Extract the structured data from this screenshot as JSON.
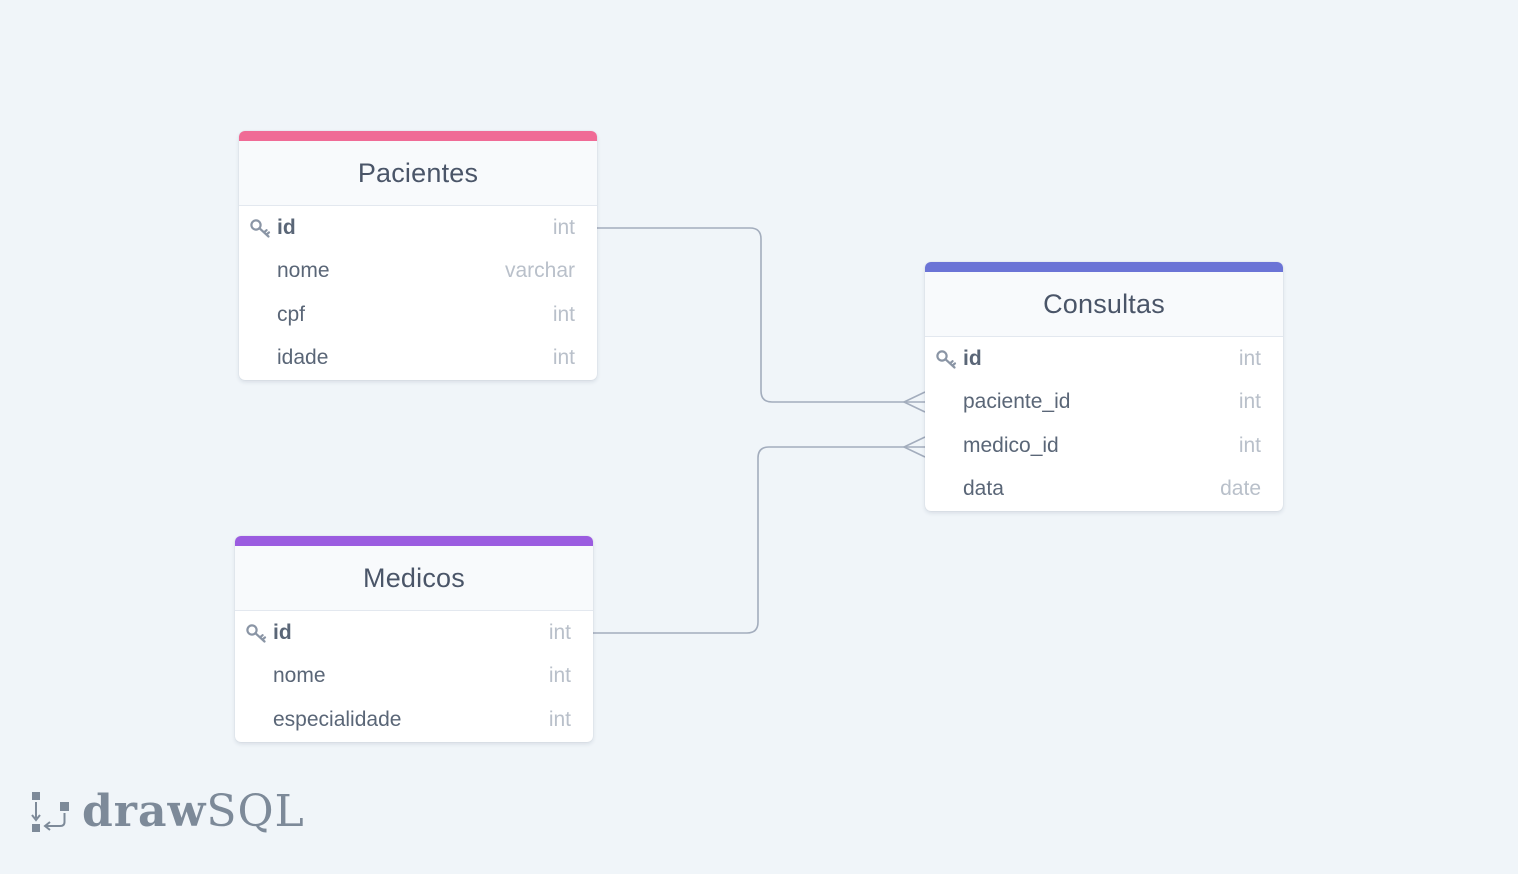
{
  "app": {
    "brand_draw": "draw",
    "brand_sql": "SQL"
  },
  "tables": [
    {
      "name": "Pacientes",
      "color": "#f06b96",
      "columns": [
        {
          "name": "id",
          "type": "int",
          "primary_key": true
        },
        {
          "name": "nome",
          "type": "varchar",
          "primary_key": false
        },
        {
          "name": "cpf",
          "type": "int",
          "primary_key": false
        },
        {
          "name": "idade",
          "type": "int",
          "primary_key": false
        }
      ]
    },
    {
      "name": "Consultas",
      "color": "#6b74d6",
      "columns": [
        {
          "name": "id",
          "type": "int",
          "primary_key": true
        },
        {
          "name": "paciente_id",
          "type": "int",
          "primary_key": false
        },
        {
          "name": "medico_id",
          "type": "int",
          "primary_key": false
        },
        {
          "name": "data",
          "type": "date",
          "primary_key": false
        }
      ]
    },
    {
      "name": "Medicos",
      "color": "#9b5ce0",
      "columns": [
        {
          "name": "id",
          "type": "int",
          "primary_key": true
        },
        {
          "name": "nome",
          "type": "int",
          "primary_key": false
        },
        {
          "name": "especialidade",
          "type": "int",
          "primary_key": false
        }
      ]
    }
  ],
  "relationships": [
    {
      "from": "Pacientes.id",
      "to": "Consultas.paciente_id",
      "cardinality": "one-to-many"
    },
    {
      "from": "Medicos.id",
      "to": "Consultas.medico_id",
      "cardinality": "one-to-many"
    }
  ],
  "colors": {
    "background": "#f0f5f9",
    "connector": "#a3adbd",
    "key_icon": "#8a95a5"
  },
  "icons": {
    "primary_key": "key-icon",
    "logo": "drawsql-logo-icon"
  }
}
